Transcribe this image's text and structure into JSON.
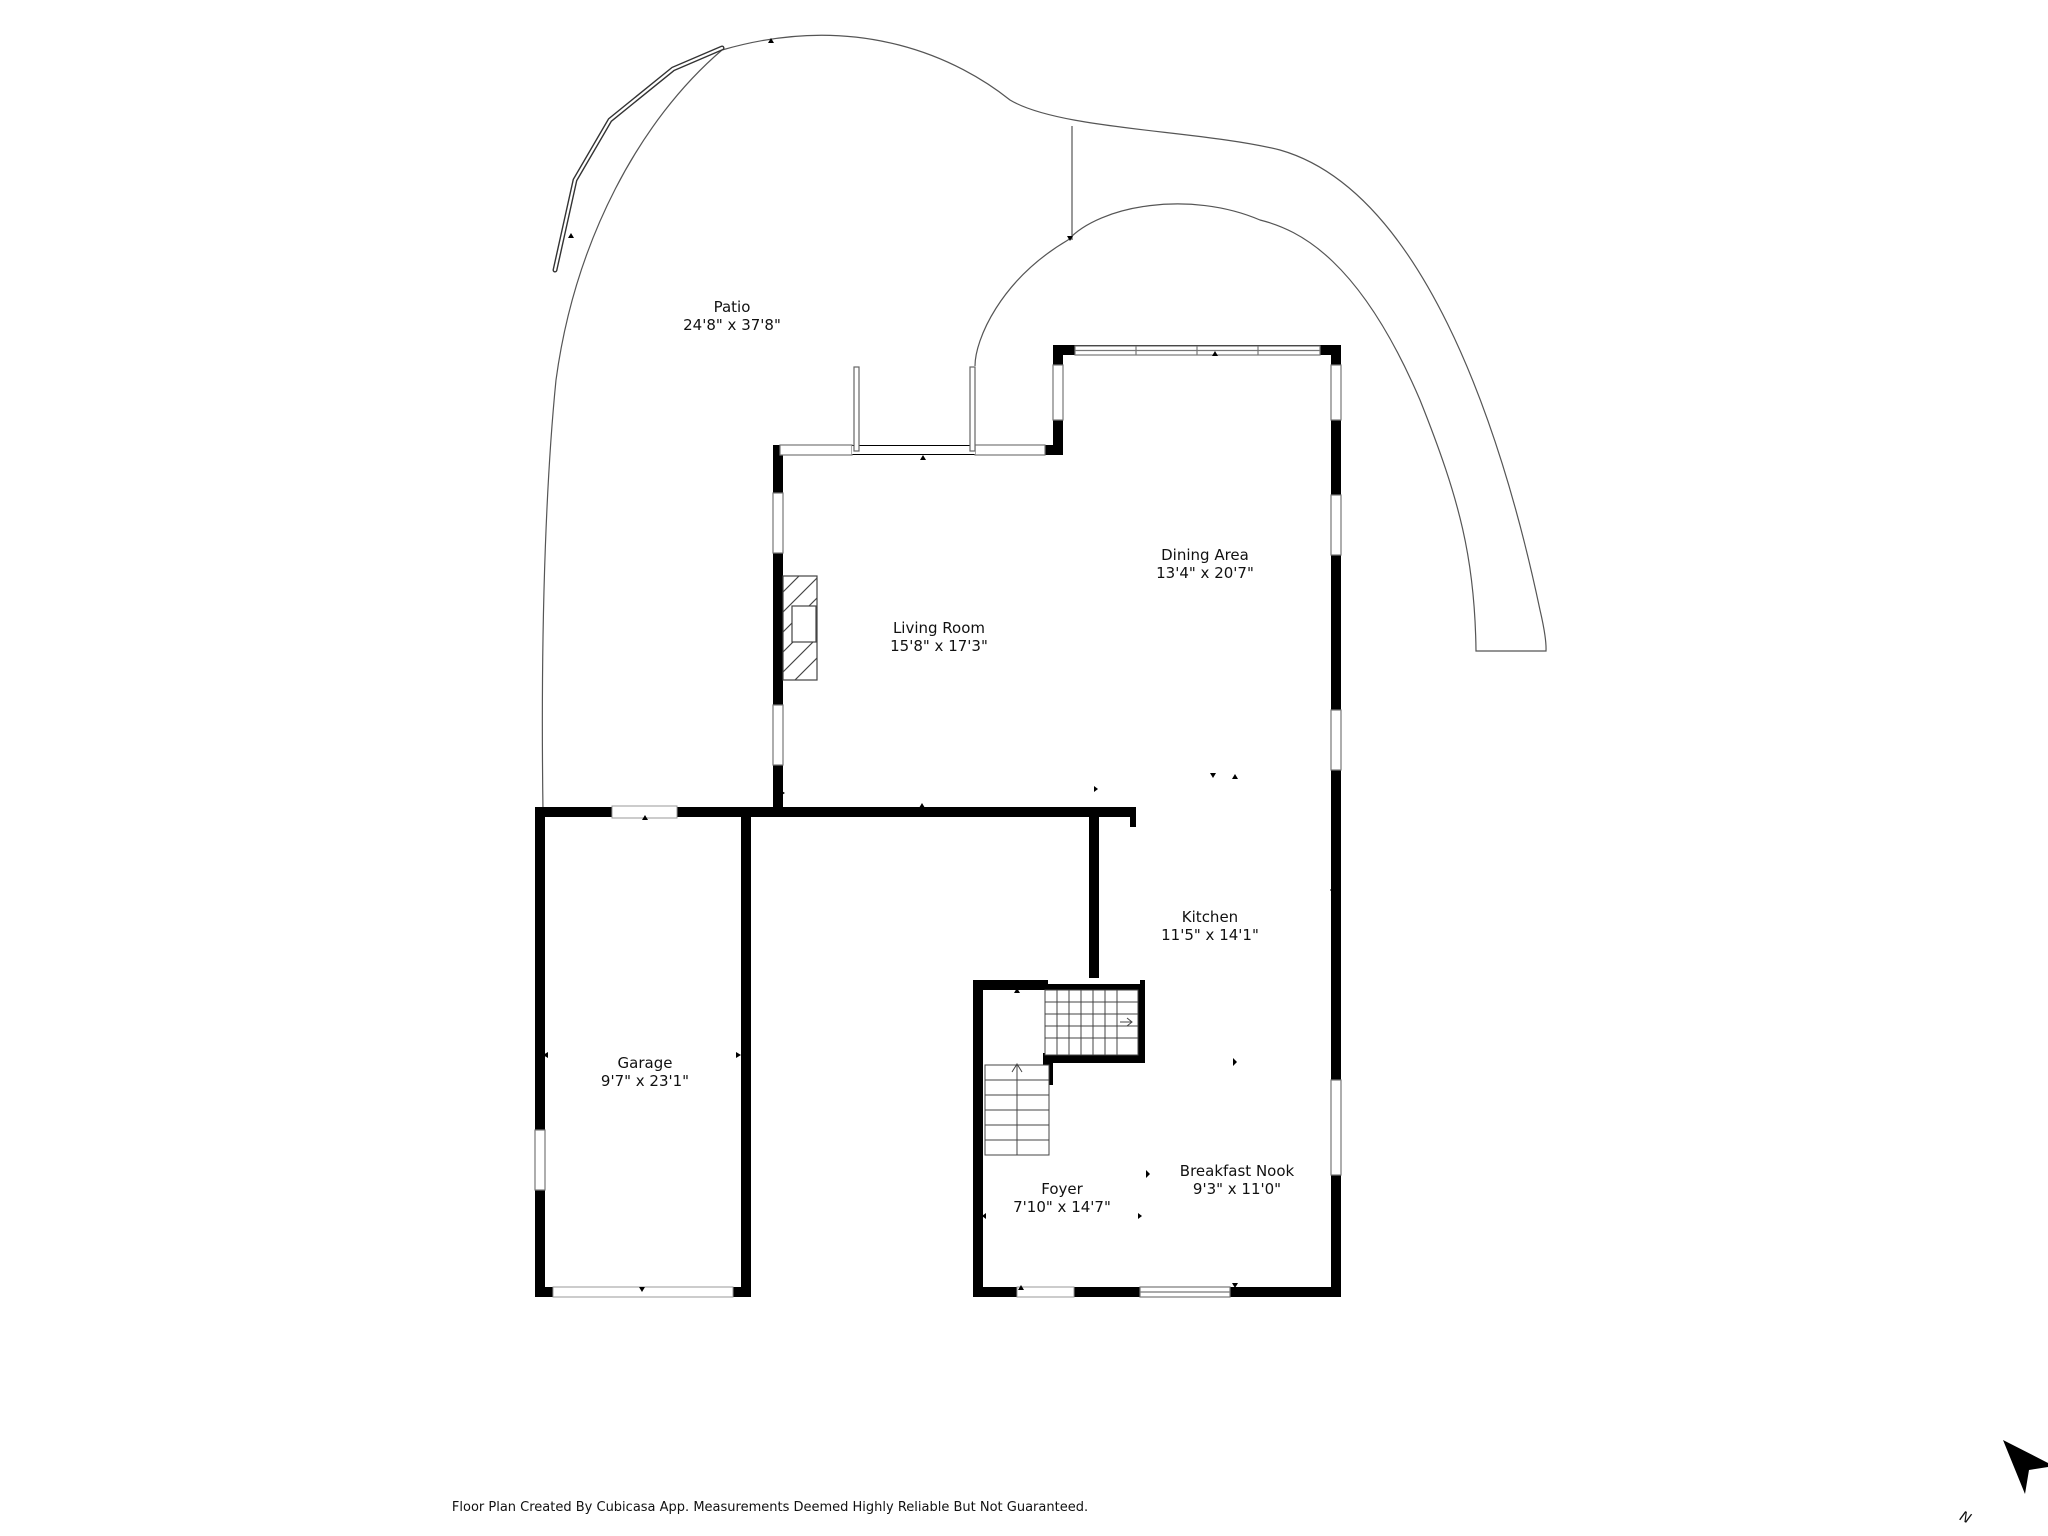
{
  "rooms": {
    "patio": {
      "name": "Patio",
      "dims": "24'8\" x 37'8\""
    },
    "dining": {
      "name": "Dining Area",
      "dims": "13'4\" x 20'7\""
    },
    "living": {
      "name": "Living Room",
      "dims": "15'8\" x 17'3\""
    },
    "kitchen": {
      "name": "Kitchen",
      "dims": "11'5\" x 14'1\""
    },
    "garage": {
      "name": "Garage",
      "dims": "9'7\" x 23'1\""
    },
    "foyer": {
      "name": "Foyer",
      "dims": "7'10\" x 14'7\""
    },
    "nook": {
      "name": "Breakfast Nook",
      "dims": "9'3\" x 11'0\""
    }
  },
  "footer": {
    "text": "Floor Plan Created By Cubicasa App. Measurements Deemed Highly Reliable But Not Guaranteed."
  },
  "compass": {
    "label": "N",
    "icon": "north-arrow-icon"
  },
  "colors": {
    "wall": "#000000",
    "outline": "#555555",
    "window": "#777777"
  }
}
